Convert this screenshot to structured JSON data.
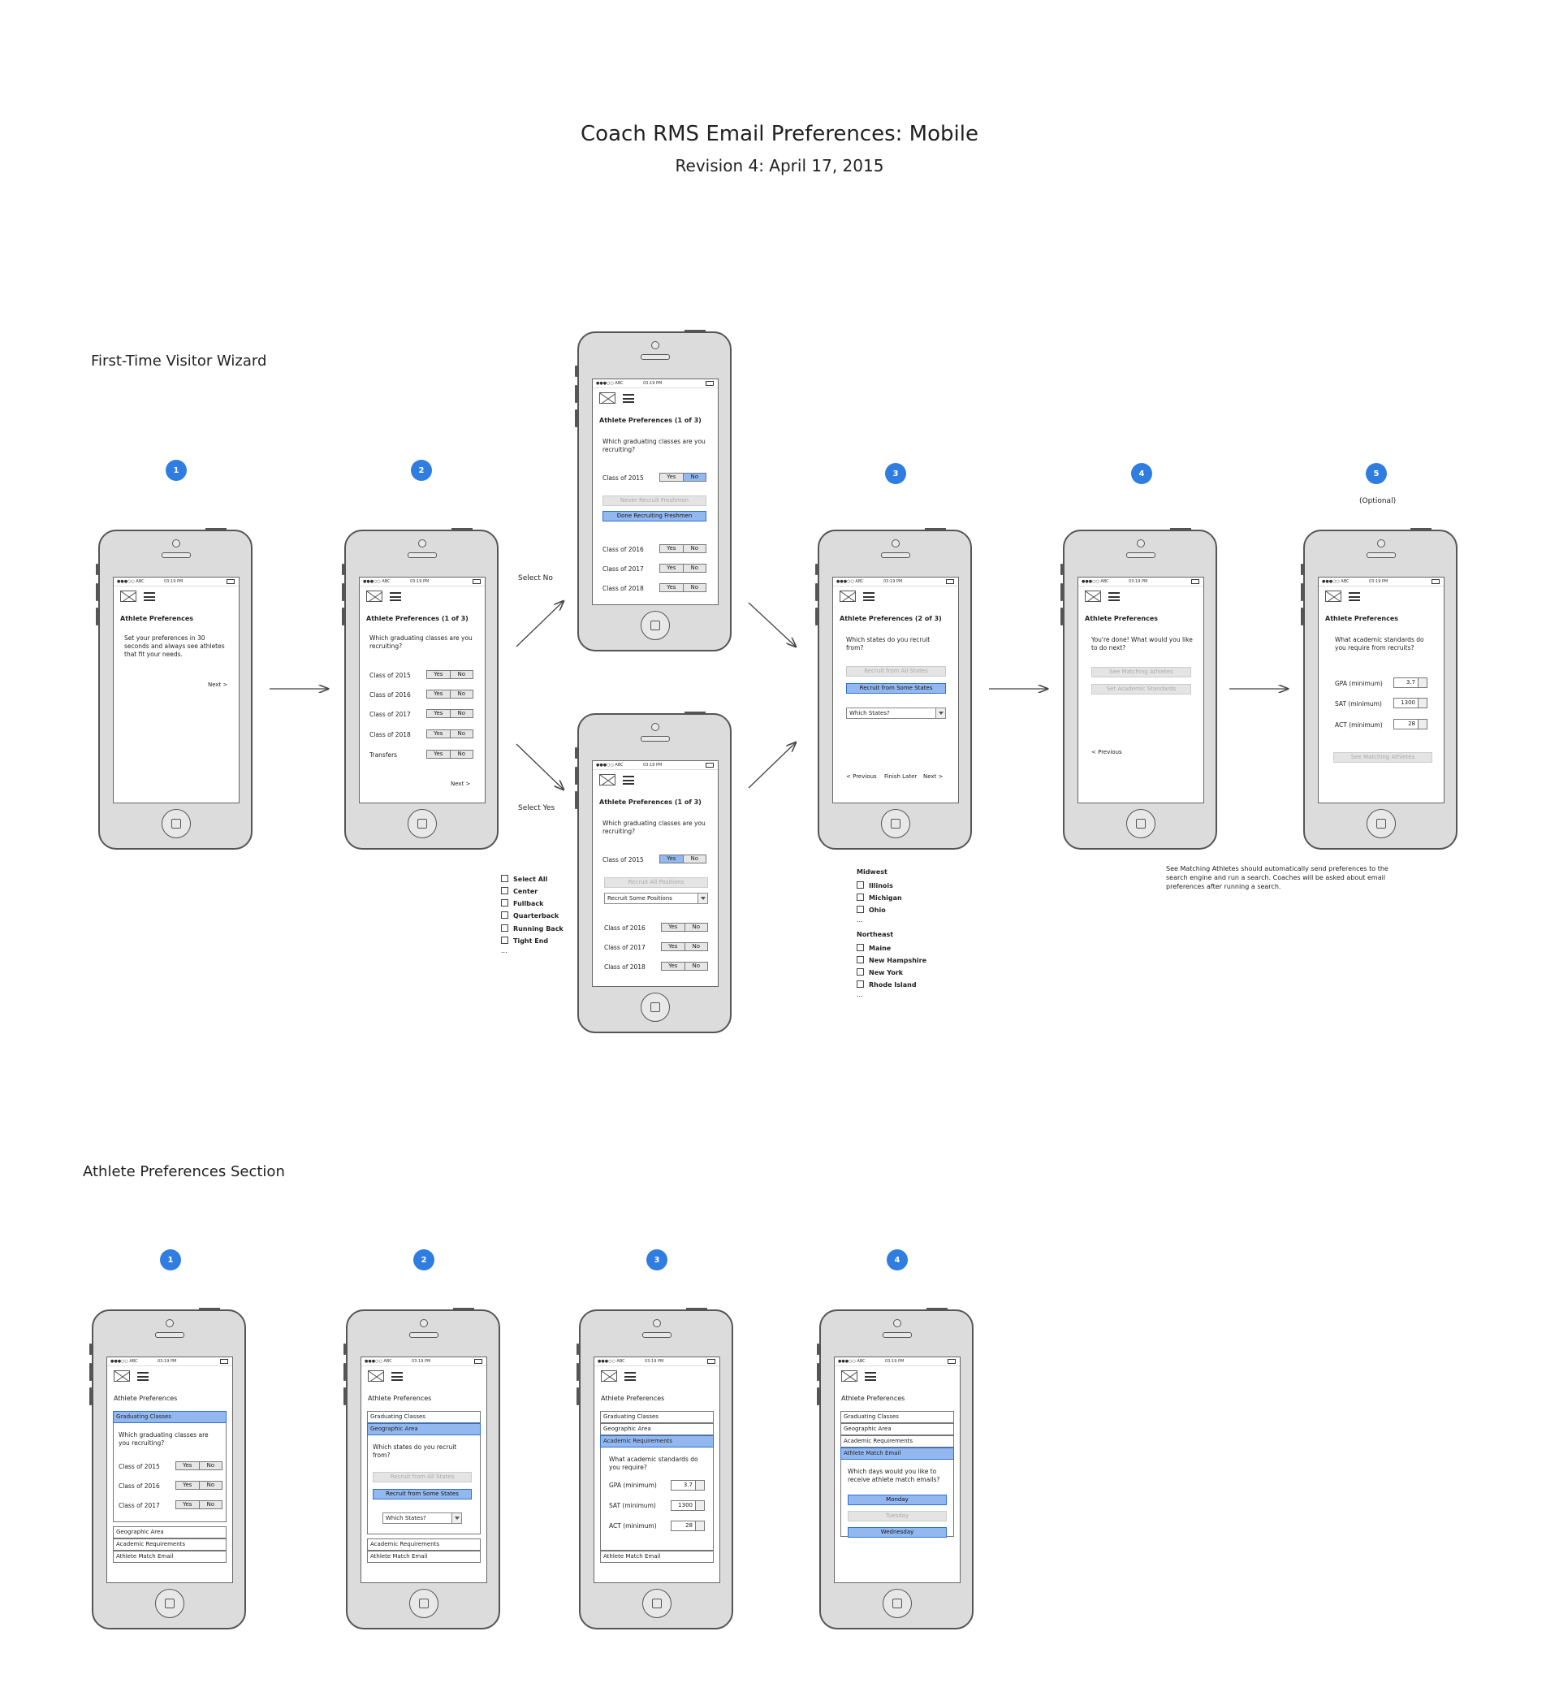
{
  "header": {
    "title": "Coach RMS Email Preferences: Mobile",
    "revision": "Revision 4: April 17, 2015"
  },
  "sections": {
    "wizard": "First-Time Visitor Wizard",
    "athlete": "Athlete Preferences Section"
  },
  "common": {
    "carrier": "●●●○○ ABC",
    "time": "03:19 PM",
    "logo_icon": "image-placeholder-icon",
    "menu_icon": "hamburger-menu-icon",
    "yes": "Yes",
    "no": "No"
  },
  "steps": {
    "s1": "1",
    "s2": "2",
    "s3": "3",
    "s4": "4",
    "s5": "5"
  },
  "annotations": {
    "optional": "(Optional)",
    "select_no": "Select No",
    "select_yes": "Select Yes",
    "note": "See Matching Athletes should automatically send preferences to the search engine and run a search. Coaches will be asked about email preferences after running a search.",
    "ellipsis": "..."
  },
  "w1": {
    "title": "Athlete Preferences",
    "body": "Set your preferences in 30 seconds and always see athletes that fit your needs.",
    "next": "Next >"
  },
  "w2": {
    "title": "Athlete Preferences (1 of 3)",
    "question": "Which graduating classes are you recruiting?",
    "rows": [
      "Class of 2015",
      "Class of 2016",
      "Class of 2017",
      "Class of 2018",
      "Transfers"
    ],
    "next": "Next >"
  },
  "wno": {
    "title": "Athlete Preferences  (1 of 3)",
    "question": "Which graduating classes are you recruiting?",
    "row1": "Class of 2015",
    "btn_never": "Never Recruit Freshmen",
    "btn_done": "Done Recruiting Freshmen",
    "rows": [
      "Class of 2016",
      "Class of 2017",
      "Class of 2018"
    ]
  },
  "wyes": {
    "title": "Athlete Preferences (1 of 3)",
    "question": "Which graduating classes are you recruiting?",
    "row1": "Class of 2015",
    "btn_all": "Recruit All Positions",
    "select_some": "Recruit Some Positions",
    "rows": [
      "Class of 2016",
      "Class of 2017",
      "Class of 2018"
    ]
  },
  "positions": [
    "Select All",
    "Center",
    "Fullback",
    "Quarterback",
    "Running Back",
    "Tight End"
  ],
  "w3": {
    "title": "Athlete Preferences (2 of 3)",
    "question": "Which states do you recruit from?",
    "btn_all": "Recruit from All States",
    "btn_some": "Recruit from Some States",
    "select": "Which States?",
    "prev": "< Previous",
    "later": "Finish Later",
    "next": "Next >"
  },
  "states": {
    "midwest": "Midwest",
    "midwest_items": [
      "Illinois",
      "Michigan",
      "Ohio"
    ],
    "northeast": "Northeast",
    "northeast_items": [
      "Maine",
      "New Hampshire",
      "New York",
      "Rhode Island"
    ]
  },
  "w4": {
    "title": "Athlete Preferences",
    "body": "You're done! What would you like to do next?",
    "btn_see": "See Matching Athletes",
    "btn_set": "Set Academic Standards",
    "prev": "< Previous"
  },
  "w5": {
    "title": "Athlete Preferences",
    "question": "What academic standards do you require from recruits?",
    "gpa_label": "GPA (minimum)",
    "gpa": "3.7",
    "sat_label": "SAT (minimum)",
    "sat": "1300",
    "act_label": "ACT (minimum)",
    "act": "28",
    "btn": "See Matching Athletes"
  },
  "ap": {
    "title": "Athlete Preferences",
    "graduating": "Graduating Classes",
    "geographic": "Geographic Area",
    "academic": "Academic Requirements",
    "match": "Athlete Match Email",
    "grad_question": "Which graduating classes are you recruiting?",
    "grad_rows": [
      "Class of 2015",
      "Class of 2016",
      "Class of 2017"
    ],
    "geo_question": "Which states do you recruit from?",
    "geo_all": "Recruit from All States",
    "geo_some": "Recruit from Some States",
    "geo_select": "Which States?",
    "acad_question": "What academic standards do you require?",
    "gpa_label": "GPA (minimum)",
    "gpa": "3.7",
    "sat_label": "SAT (minimum)",
    "sat": "1300",
    "act_label": "ACT (minimum)",
    "act": "28",
    "match_question": "Which days would you like to receive athlete match emails?",
    "days": [
      "Monday",
      "Tuesday",
      "Wednesday"
    ]
  }
}
